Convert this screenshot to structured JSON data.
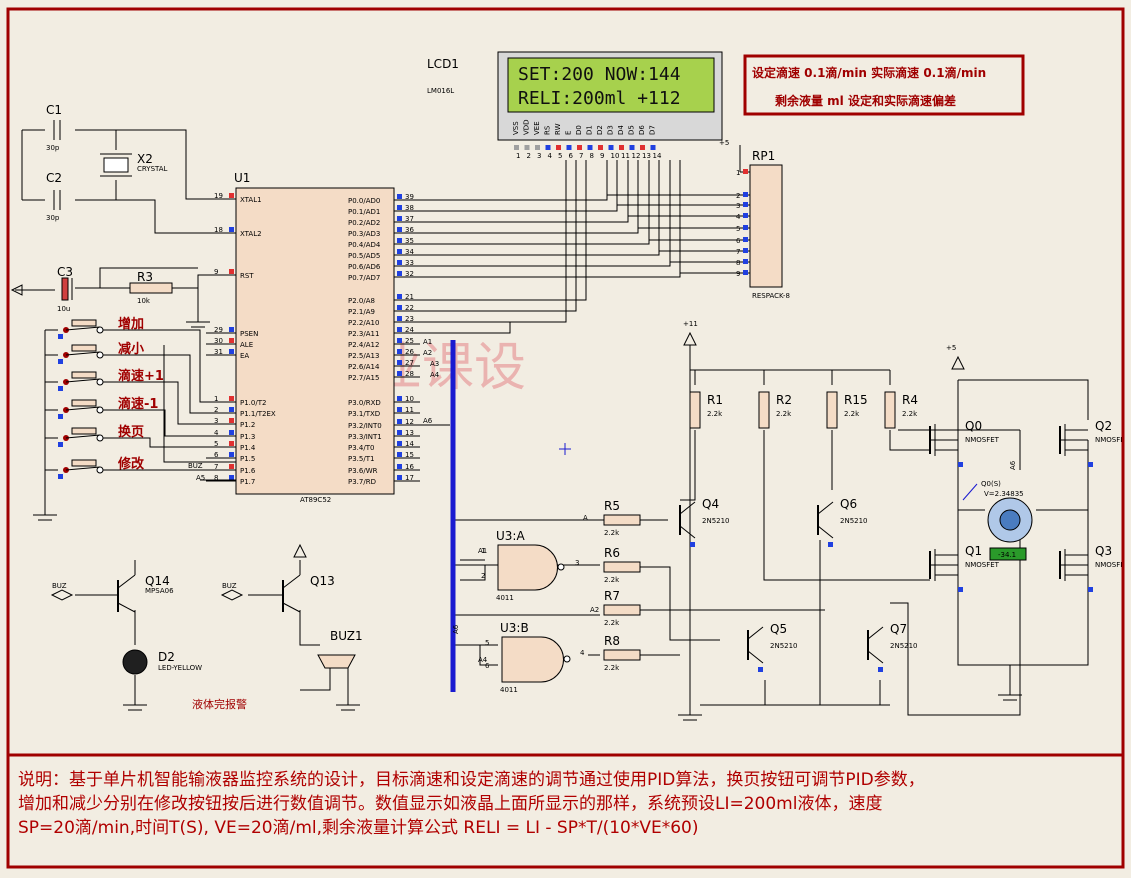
{
  "lcd": {
    "ref": "LCD1",
    "part": "LM016L",
    "line1": "SET:200 NOW:144",
    "line2": "RELI:200ml +112",
    "pins": [
      "VSS",
      "VDD",
      "VEE",
      "RS",
      "RW",
      "E",
      "D0",
      "D1",
      "D2",
      "D3",
      "D4",
      "D5",
      "D6",
      "D7"
    ],
    "pin_numbers": [
      "1",
      "2",
      "3",
      "4",
      "5",
      "6",
      "7",
      "8",
      "9",
      "10",
      "11",
      "12",
      "13",
      "14"
    ]
  },
  "info_box": {
    "line1": "设定滴速 0.1滴/min   实际滴速 0.1滴/min",
    "line2": "剩余液量 ml     设定和实际滴速偏差"
  },
  "mcu": {
    "ref": "U1",
    "part": "AT89C52",
    "left_pins": [
      {
        "num": "19",
        "name": "XTAL1"
      },
      {
        "num": "18",
        "name": "XTAL2"
      },
      {
        "num": "9",
        "name": "RST"
      },
      {
        "num": "29",
        "name": "PSEN"
      },
      {
        "num": "30",
        "name": "ALE"
      },
      {
        "num": "31",
        "name": "EA"
      },
      {
        "num": "1",
        "name": "P1.0/T2"
      },
      {
        "num": "2",
        "name": "P1.1/T2EX"
      },
      {
        "num": "3",
        "name": "P1.2"
      },
      {
        "num": "4",
        "name": "P1.3"
      },
      {
        "num": "5",
        "name": "P1.4"
      },
      {
        "num": "6",
        "name": "P1.5"
      },
      {
        "num": "7",
        "name": "P1.6"
      },
      {
        "num": "8",
        "name": "P1.7"
      }
    ],
    "right_pins": [
      {
        "num": "39",
        "name": "P0.0/AD0"
      },
      {
        "num": "38",
        "name": "P0.1/AD1"
      },
      {
        "num": "37",
        "name": "P0.2/AD2"
      },
      {
        "num": "36",
        "name": "P0.3/AD3"
      },
      {
        "num": "35",
        "name": "P0.4/AD4"
      },
      {
        "num": "34",
        "name": "P0.5/AD5"
      },
      {
        "num": "33",
        "name": "P0.6/AD6"
      },
      {
        "num": "32",
        "name": "P0.7/AD7"
      },
      {
        "num": "21",
        "name": "P2.0/A8"
      },
      {
        "num": "22",
        "name": "P2.1/A9"
      },
      {
        "num": "23",
        "name": "P2.2/A10"
      },
      {
        "num": "24",
        "name": "P2.3/A11"
      },
      {
        "num": "25",
        "name": "P2.4/A12"
      },
      {
        "num": "26",
        "name": "P2.5/A13"
      },
      {
        "num": "27",
        "name": "P2.6/A14"
      },
      {
        "num": "28",
        "name": "P2.7/A15"
      },
      {
        "num": "10",
        "name": "P3.0/RXD"
      },
      {
        "num": "11",
        "name": "P3.1/TXD"
      },
      {
        "num": "12",
        "name": "P3.2/INT0"
      },
      {
        "num": "13",
        "name": "P3.3/INT1"
      },
      {
        "num": "14",
        "name": "P3.4/T0"
      },
      {
        "num": "15",
        "name": "P3.5/T1"
      },
      {
        "num": "16",
        "name": "P3.6/WR"
      },
      {
        "num": "17",
        "name": "P3.7/RD"
      }
    ]
  },
  "components": {
    "c1": "C1",
    "c1_val": "30p",
    "c2": "C2",
    "c2_val": "30p",
    "c3": "C3",
    "c3_val": "10u",
    "x2": "X2",
    "x2_part": "CRYSTAL",
    "r3": "R3",
    "r3_val": "10k",
    "rp1": "RP1",
    "rp1_part": "RESPACK-8",
    "rp1_pins": [
      "1",
      "2",
      "3",
      "4",
      "5",
      "6",
      "7",
      "8",
      "9"
    ],
    "r1": "R1",
    "r2": "R2",
    "r15": "R15",
    "r4": "R4",
    "r5": "R5",
    "r6": "R6",
    "r7": "R7",
    "r8": "R8",
    "r_val": "2.2k",
    "q4": "Q4",
    "q5": "Q5",
    "q6": "Q6",
    "q7": "Q7",
    "npn_part": "2N5210",
    "q0": "Q0",
    "q1": "Q1",
    "q2": "Q2",
    "q3": "Q3",
    "mos_part": "NMOSFET",
    "mos_part_short": "NMOSFI",
    "q14": "Q14",
    "q14_part": "MPSA06",
    "q13": "Q13",
    "d2": "D2",
    "d2_part": "LED-YELLOW",
    "buz1": "BUZ1",
    "u3a": "U3:A",
    "u3b": "U3:B",
    "gate_part": "4011",
    "gate_pins": {
      "a1": "1",
      "a2": "2",
      "a3": "3",
      "b1": "5",
      "b2": "6",
      "b3": "4"
    }
  },
  "buttons": [
    {
      "label": "增加"
    },
    {
      "label": "减小"
    },
    {
      "label": "滴速+1"
    },
    {
      "label": "滴速-1"
    },
    {
      "label": "换页"
    },
    {
      "label": "修改"
    }
  ],
  "net_labels": {
    "a1": "A1",
    "a2": "A2",
    "a3": "A3",
    "a4": "A4",
    "a5": "A5",
    "a6": "A6",
    "buz": "BUZ",
    "a": "A",
    "plus11": "+11",
    "plus5": "+5",
    "plus5_lcd": "+5"
  },
  "motor": {
    "ref": "Q0(S)",
    "readout": "V=2.34835",
    "speed": "-34.1"
  },
  "alarm_label": "液体完报警",
  "watermark": "毕业课设",
  "description": [
    "说明：基于单片机智能输液器监控系统的设计，目标滴速和设定滴速的调节通过使用PID算法，换页按钮可调节PID参数，",
    "增加和减少分别在修改按钮按后进行数值调节。数值显示如液晶上面所显示的那样，系统预设LI=200ml液体，速度",
    "SP=20滴/min,时间T(S), VE=20滴/ml,剩余液量计算公式 RELI = LI - SP*T/(10*VE*60)"
  ],
  "colors": {
    "frame": "#a00000",
    "lcd_bg": "#a7d14d",
    "chip_fill": "#f4dcc6",
    "wire": "#000000",
    "bus": "#1a1ad0",
    "pin_red": "#e03030",
    "pin_blue": "#2040e0",
    "text_red": "#a00000"
  }
}
